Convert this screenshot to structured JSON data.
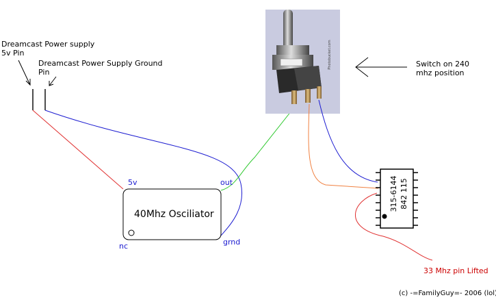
{
  "labels": {
    "psu_5v_line1": "Dreamcast Power supply",
    "psu_5v_line2": "5v Pin",
    "psu_gnd_line1": "Dreamcast Power Supply Ground",
    "psu_gnd_line2": "Pin",
    "switch_line1": "Switch on 240",
    "switch_line2": "mhz position",
    "pin_lifted": "33 Mhz pin Lifted",
    "copyright": "(c) -=FamilyGuy=- 2006 (lol)"
  },
  "oscillator": {
    "title": "40Mhz Osciliator",
    "pin_5v": "5v",
    "pin_out": "out",
    "pin_grnd": "grnd",
    "pin_nc": "nc"
  },
  "chip": {
    "line1": "315-6144",
    "line2": "842 115"
  },
  "switch_photo": {
    "vertical_text": "Photobucket.com"
  },
  "colors": {
    "wire_5v": "#e03030",
    "wire_ground": "#1a1ad0",
    "wire_out": "#2ec82e",
    "wire_orange": "#f08040",
    "label_blue": "#1a1ad0",
    "label_red": "#cc0000",
    "photo_background": "#c9cbe0"
  }
}
